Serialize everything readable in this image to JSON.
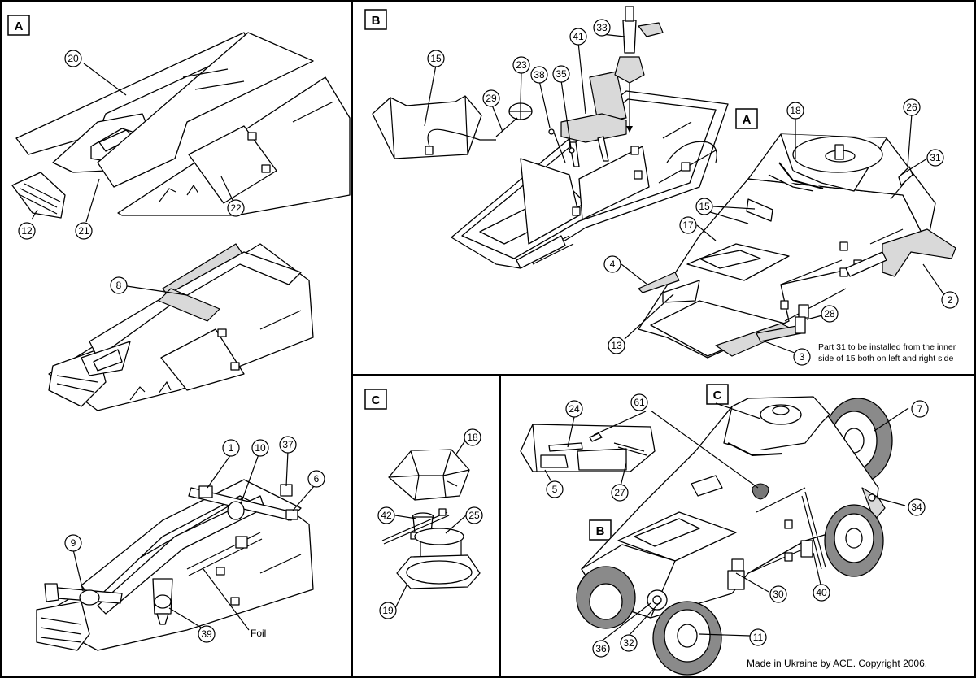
{
  "panels": [
    {
      "id": "A",
      "label": "A"
    },
    {
      "id": "B",
      "label": "B"
    },
    {
      "id": "C1",
      "label": "C"
    },
    {
      "id": "C2",
      "label": "C"
    }
  ],
  "insets": {
    "a_in_b": "A",
    "b_in_c": "B",
    "c_in_c": "C"
  },
  "callouts": {
    "p20": "20",
    "p12": "12",
    "p21": "21",
    "p22": "22",
    "p8": "8",
    "p1": "1",
    "p10": "10",
    "p37": "37",
    "p6": "6",
    "p9": "9",
    "p39": "39",
    "p15": "15",
    "p23": "23",
    "p29": "29",
    "p38": "38",
    "p35": "35",
    "p41": "41",
    "p33": "33",
    "p18": "18",
    "p26": "26",
    "p31": "31",
    "p15b": "15",
    "p17": "17",
    "p4": "4",
    "p2": "2",
    "p13": "13",
    "p28": "28",
    "p3": "3",
    "p18c": "18",
    "p42": "42",
    "p25": "25",
    "p19": "19",
    "p24": "24",
    "p61": "61",
    "p7": "7",
    "p5": "5",
    "p27": "27",
    "p34": "34",
    "p30": "30",
    "p40": "40",
    "p36": "36",
    "p32": "32",
    "p11": "11"
  },
  "labels": {
    "foil": "Foil"
  },
  "notes": {
    "line1": "Part 31 to be installed from the inner",
    "line2": "side of 15 both on left and right side"
  },
  "footer": "Made in Ukraine by ACE. Copyright 2006."
}
